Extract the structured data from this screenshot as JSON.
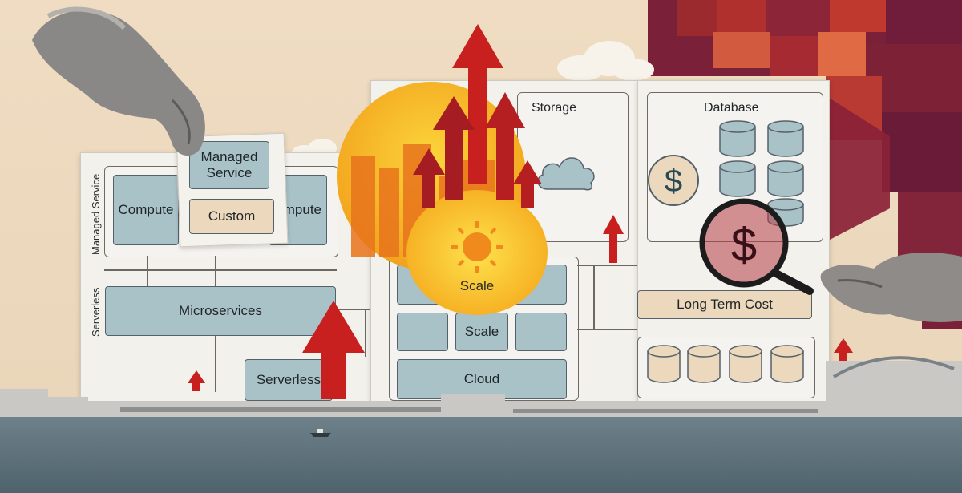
{
  "diagram": {
    "managed_service_row": "Managed Service",
    "serverless_row": "Serverless",
    "compute_left": "Compute",
    "compute_right": "ompute",
    "managed_card_top": "Managed\nService",
    "managed_card_bottom": "Custom",
    "microservices": "Microservices",
    "serverless_box": "Serverless",
    "storage": "Storage",
    "database": "Database",
    "scale_sun": "Scale",
    "scale_box": "Scale",
    "cloud_box": "Cloud",
    "long_term_cost": "Long Term Cost",
    "dollar_symbol": "$"
  },
  "colors": {
    "background": "#ecd9bf",
    "box_fill": "#a9c2c8",
    "beige_box": "#ecd8bc",
    "arrow_red": "#c8201f",
    "sun_yellow": "#f7c21a",
    "sun_orange": "#f08a1c",
    "water": "#5a6f78",
    "burgundy": "#7a2038"
  },
  "icons": [
    "hand-icon",
    "magnifier-icon",
    "dollar-icon",
    "cloud-icon",
    "sun-icon",
    "up-arrow-icon",
    "database-cylinder-icon"
  ]
}
